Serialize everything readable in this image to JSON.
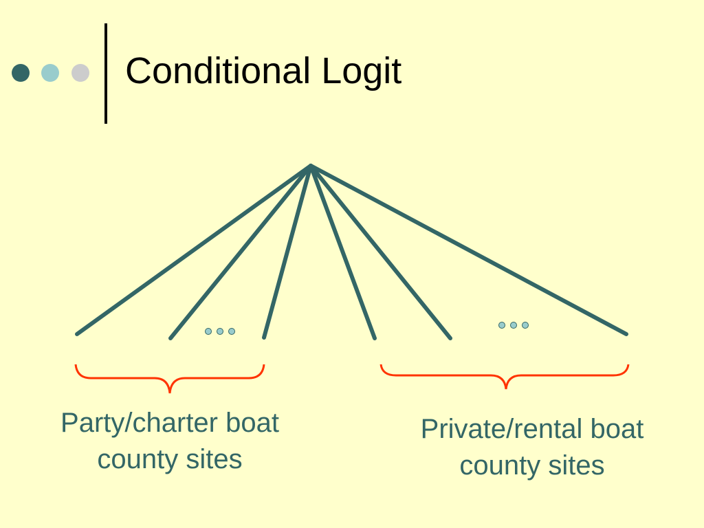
{
  "slide": {
    "title": "Conditional Logit"
  },
  "title_dots": {
    "colors": [
      "#336666",
      "#99cccc",
      "#cccccc"
    ]
  },
  "diagram": {
    "branch_color": "#336666",
    "brace_color": "#ff3300",
    "ellipsis_color": "#99cccc",
    "groups": [
      {
        "label_line1": "Party/charter boat",
        "label_line2": "county sites"
      },
      {
        "label_line1": "Private/rental boat",
        "label_line2": "county sites"
      }
    ]
  }
}
